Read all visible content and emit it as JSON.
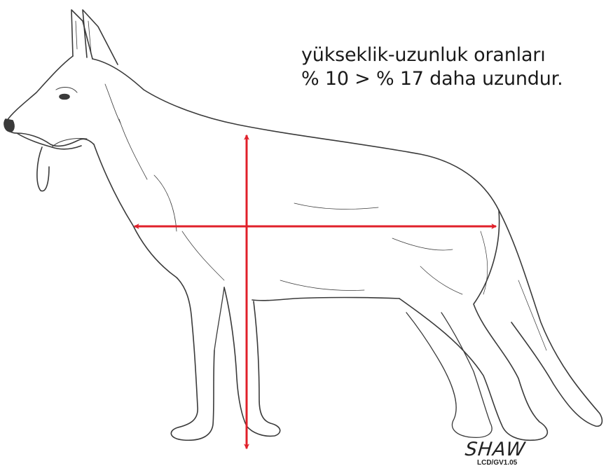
{
  "caption": {
    "line1": "yükseklik-uzunluk oranları",
    "line2": "% 10 > % 17 daha uzundur."
  },
  "signature": {
    "name": "SHAW",
    "code": "LCD/GV1.05"
  },
  "colors": {
    "arrow": "#e0202a",
    "line_art": "#3a3a3a",
    "background": "#ffffff"
  },
  "illustration": "german-shepherd-dog"
}
